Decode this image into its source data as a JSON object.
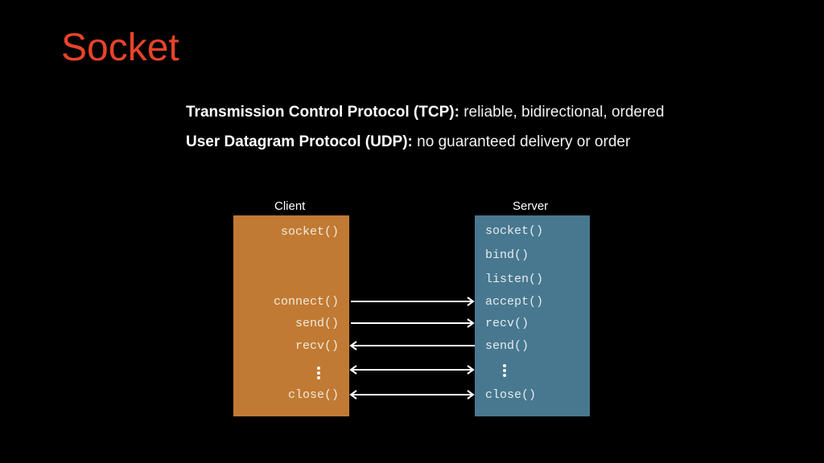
{
  "title": "Socket",
  "protocols": [
    {
      "name": "Transmission Control Protocol (TCP):",
      "description": "reliable, bidirectional, ordered"
    },
    {
      "name": "User Datagram Protocol (UDP):",
      "description": "no guaranteed delivery or order"
    }
  ],
  "diagram": {
    "client": {
      "label": "Client",
      "color": "#c17a34",
      "calls": [
        "socket()",
        "connect()",
        "send()",
        "recv()",
        "close()"
      ]
    },
    "server": {
      "label": "Server",
      "color": "#48788f",
      "calls": [
        "socket()",
        "bind()",
        "listen()",
        "accept()",
        "recv()",
        "send()",
        "close()"
      ]
    },
    "arrows": [
      {
        "from": "connect()",
        "to": "accept()",
        "direction": "right"
      },
      {
        "from": "send()",
        "to": "recv()",
        "direction": "right"
      },
      {
        "from": "send()",
        "to": "recv()",
        "direction": "left"
      },
      {
        "from": "…",
        "to": "…",
        "direction": "both"
      },
      {
        "from": "close()",
        "to": "close()",
        "direction": "both"
      }
    ]
  }
}
